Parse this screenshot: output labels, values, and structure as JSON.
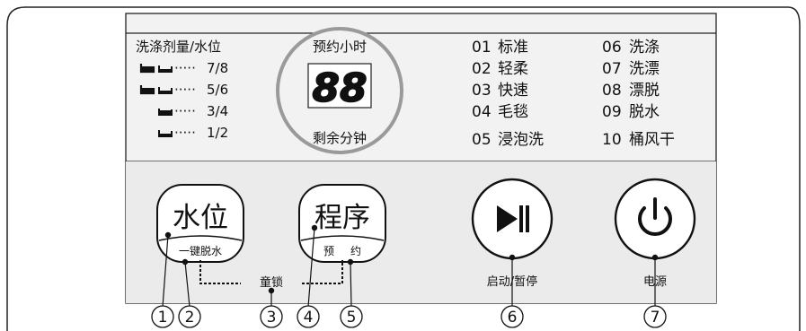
{
  "water_level": {
    "title": "洗涤剂量/水位",
    "rows": [
      "7/8",
      "5/6",
      "3/4",
      "1/2"
    ],
    "dots": "·····"
  },
  "display": {
    "top_label": "预约小时",
    "digits": "88",
    "bottom_label": "剩余分钟"
  },
  "programs": [
    {
      "code": "01",
      "name": "标准"
    },
    {
      "code": "02",
      "name": "轻柔"
    },
    {
      "code": "03",
      "name": "快速"
    },
    {
      "code": "04",
      "name": "毛毯"
    },
    {
      "code": "05",
      "name": "浸泡洗"
    },
    {
      "code": "06",
      "name": "洗涤"
    },
    {
      "code": "07",
      "name": "洗漂"
    },
    {
      "code": "08",
      "name": "漂脱"
    },
    {
      "code": "09",
      "name": "脱水"
    },
    {
      "code": "10",
      "name": "桶风干"
    }
  ],
  "buttons": {
    "water": {
      "main": "水位",
      "sub": "一键脱水"
    },
    "program": {
      "main": "程序",
      "sub_left": "预",
      "sub_right": "约"
    },
    "start_pause": {
      "label": "启动/暂停",
      "icon": "play-pause-icon"
    },
    "power": {
      "label": "电源",
      "icon": "power-icon"
    }
  },
  "child_lock": "童锁",
  "callouts": [
    "1",
    "2",
    "3",
    "4",
    "5",
    "6",
    "7"
  ]
}
